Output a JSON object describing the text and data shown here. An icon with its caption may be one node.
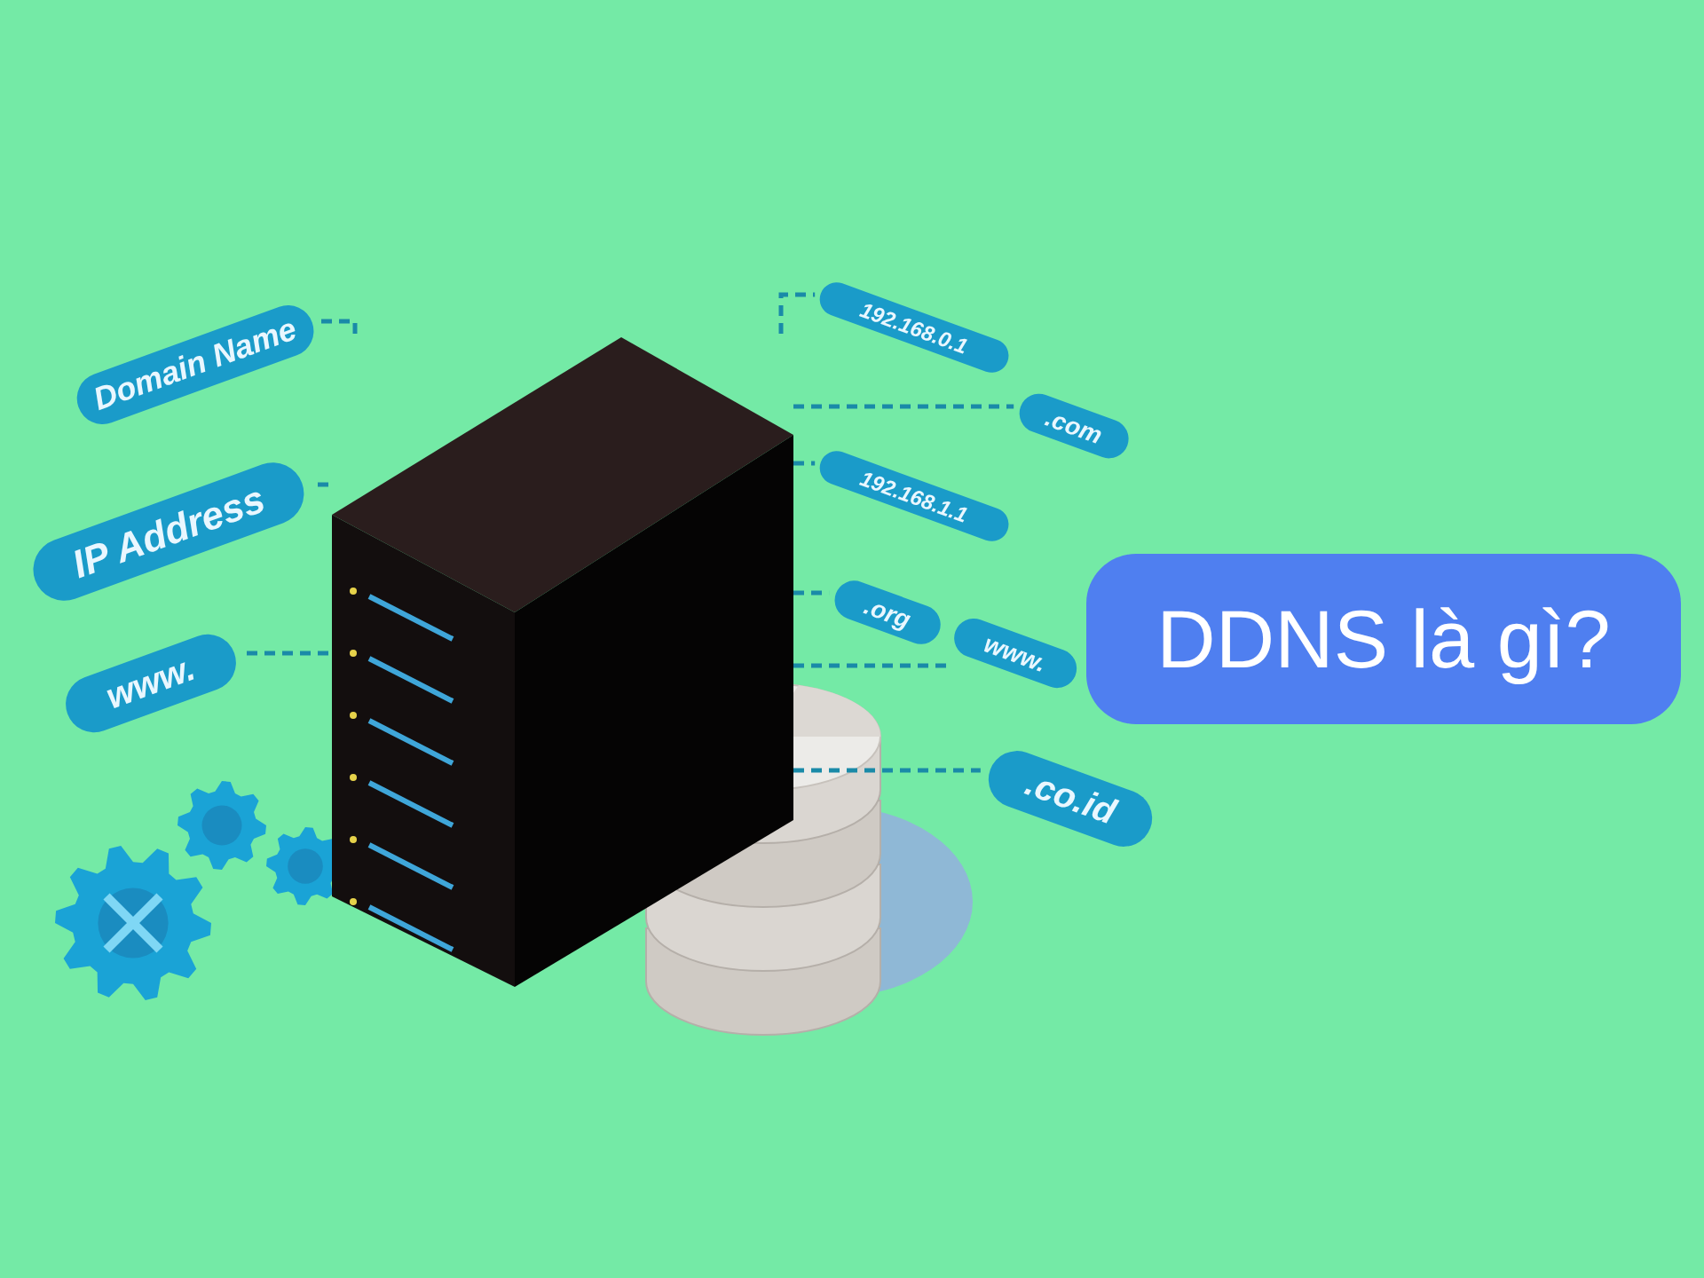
{
  "diagram": {
    "title": "DDNS là gì?",
    "nodes": [
      {
        "text": [],
        "shape": "picture"
      },
      {
        "text": [
          "Domain Name"
        ]
      },
      {
        "text": [
          "IP Address"
        ]
      },
      {
        "text": [
          "www."
        ]
      },
      {
        "text": [
          "192.168.0.1"
        ]
      },
      {
        "text": [
          ".com"
        ]
      },
      {
        "text": [
          "192.168.1.1"
        ]
      },
      {
        "text": [
          "www."
        ]
      },
      {
        "text": [
          ".org"
        ]
      },
      {
        "text": [
          ".co.id"
        ]
      }
    ],
    "edges": [
      {
        "from": 0,
        "to": 1,
        "arrow": "none",
        "style": "dashed"
      },
      {
        "from": 0,
        "to": 2,
        "arrow": "none",
        "style": "dashed"
      },
      {
        "from": 0,
        "to": 3,
        "arrow": "none",
        "style": "dashed"
      },
      {
        "from": 0,
        "to": 4,
        "arrow": "none",
        "style": "dashed"
      },
      {
        "from": 0,
        "to": 5,
        "arrow": "none",
        "style": "dashed"
      },
      {
        "from": 0,
        "to": 6,
        "arrow": "none",
        "style": "dashed"
      },
      {
        "from": 0,
        "to": 7,
        "arrow": "none",
        "style": "dashed"
      },
      {
        "from": 0,
        "to": 8,
        "arrow": "none",
        "style": "dashed"
      },
      {
        "from": 0,
        "to": 9,
        "arrow": "none",
        "style": "dashed"
      }
    ]
  }
}
